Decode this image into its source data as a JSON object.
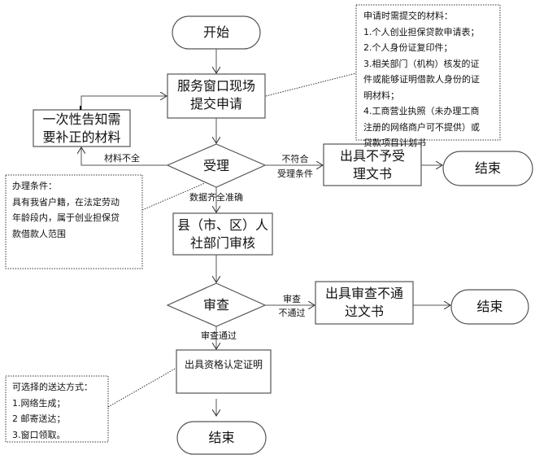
{
  "nodes": {
    "start": "开始",
    "submit": [
      "服务窗口现场",
      "提交申请"
    ],
    "notify": [
      "一次性告知需",
      "要补正的材料"
    ],
    "accept": "受理",
    "reject_accept": [
      "出具不予受",
      "理文书"
    ],
    "end1": "结束",
    "review_dept": [
      "县（市、区）人",
      "社部门审核"
    ],
    "review": "审查",
    "reject_review": [
      "出具审查不通",
      "过文书"
    ],
    "end2": "结束",
    "certificate": "出具资格认定证明",
    "end3": "结束"
  },
  "edge_labels": {
    "incomplete": "材料不全",
    "not_qualified": [
      "不符合",
      "受理条件"
    ],
    "complete": "数据齐全准确",
    "review_fail": [
      "审查",
      "不通过"
    ],
    "review_pass": "审查通过"
  },
  "notes": {
    "materials": [
      "申请时需提交的材料：",
      "1.个人创业担保贷款申请表；",
      "2.个人身份证复印件；",
      "3.相关部门（机构）核发的证",
      "件或能够证明借款人身份的证",
      "明材料；",
      "4.工商营业执照（未办理工商",
      "注册的网络商户可不提供）或",
      "贷款项目计划书"
    ],
    "conditions": [
      "办理条件：",
      "具有我省户籍，在法定劳动",
      "年龄段内，属于创业担保贷",
      "款借款人范围"
    ],
    "delivery": [
      "可选择的送达方式：",
      "1.网络生成；",
      "2 邮寄送达；",
      "3.窗口领取。"
    ]
  }
}
